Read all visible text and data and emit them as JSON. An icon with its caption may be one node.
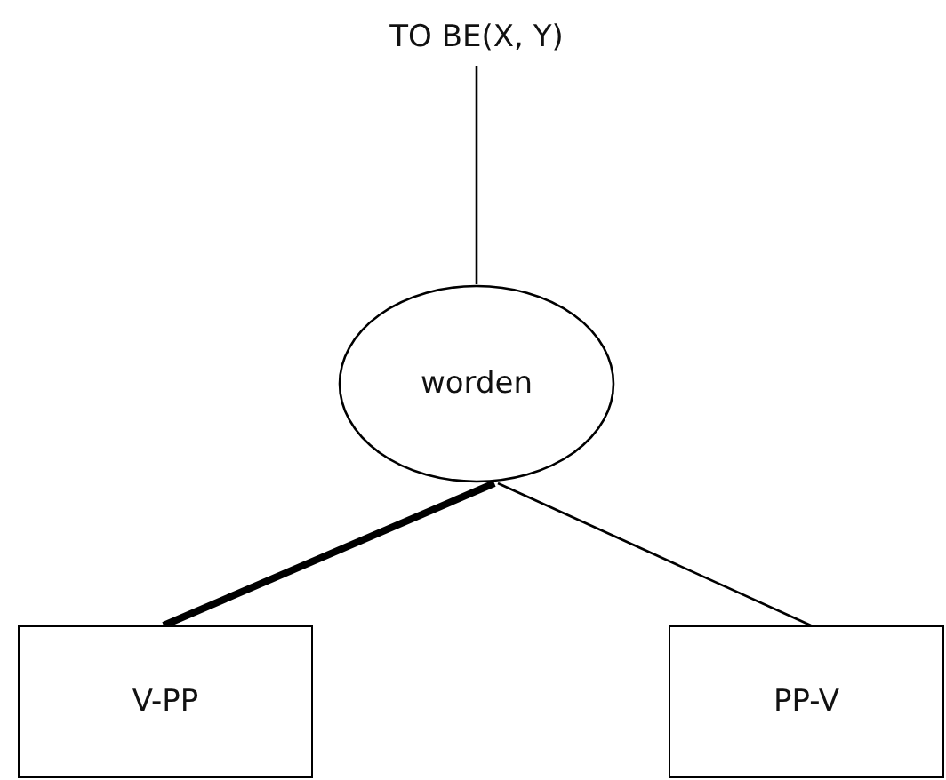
{
  "diagram": {
    "nodes": [
      {
        "text": [
          "TO BE(X, Y)"
        ]
      },
      {
        "text": [
          "worden"
        ]
      },
      {
        "text": [
          "V-PP"
        ]
      },
      {
        "text": [
          "PP-V"
        ]
      }
    ],
    "edges": [
      {
        "from": 0,
        "to": 1,
        "arrow": "none"
      },
      {
        "from": 1,
        "to": 2,
        "arrow": "none",
        "style": "thick"
      },
      {
        "from": 1,
        "to": 3,
        "arrow": "none"
      }
    ]
  }
}
